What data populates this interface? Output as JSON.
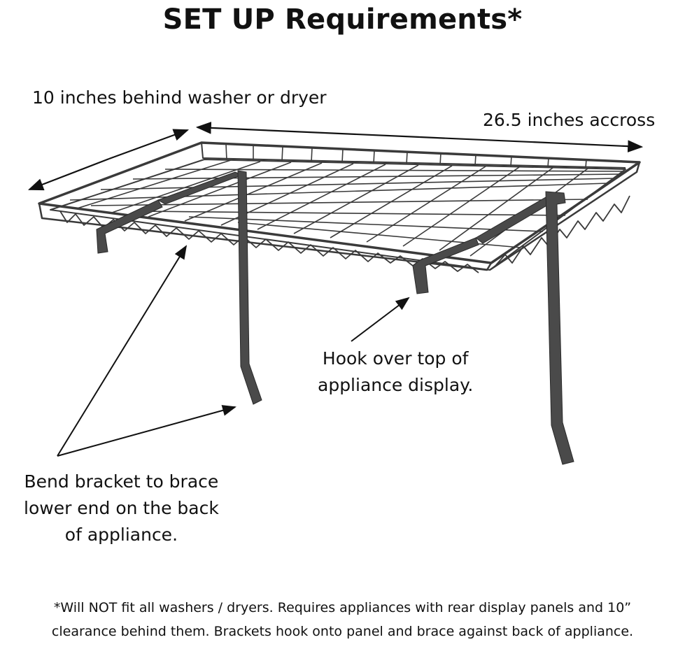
{
  "title": "SET UP Requirements*",
  "labels": {
    "depth": "10 inches behind washer or dryer",
    "width": "26.5 inches accross",
    "hook": [
      "Hook over top of",
      "appliance display."
    ],
    "bend": [
      "Bend bracket to brace",
      "lower end on the back",
      "of appliance."
    ]
  },
  "footnote": [
    "*Will NOT fit all washers / dryers. Requires appliances with rear display panels and 10”",
    "clearance behind them. Brackets hook onto panel and brace against back of appliance."
  ],
  "colors": {
    "text": "#111111",
    "wire": "#3a3a3a",
    "bracket": "#4a4a4a",
    "arrow": "#111111"
  }
}
